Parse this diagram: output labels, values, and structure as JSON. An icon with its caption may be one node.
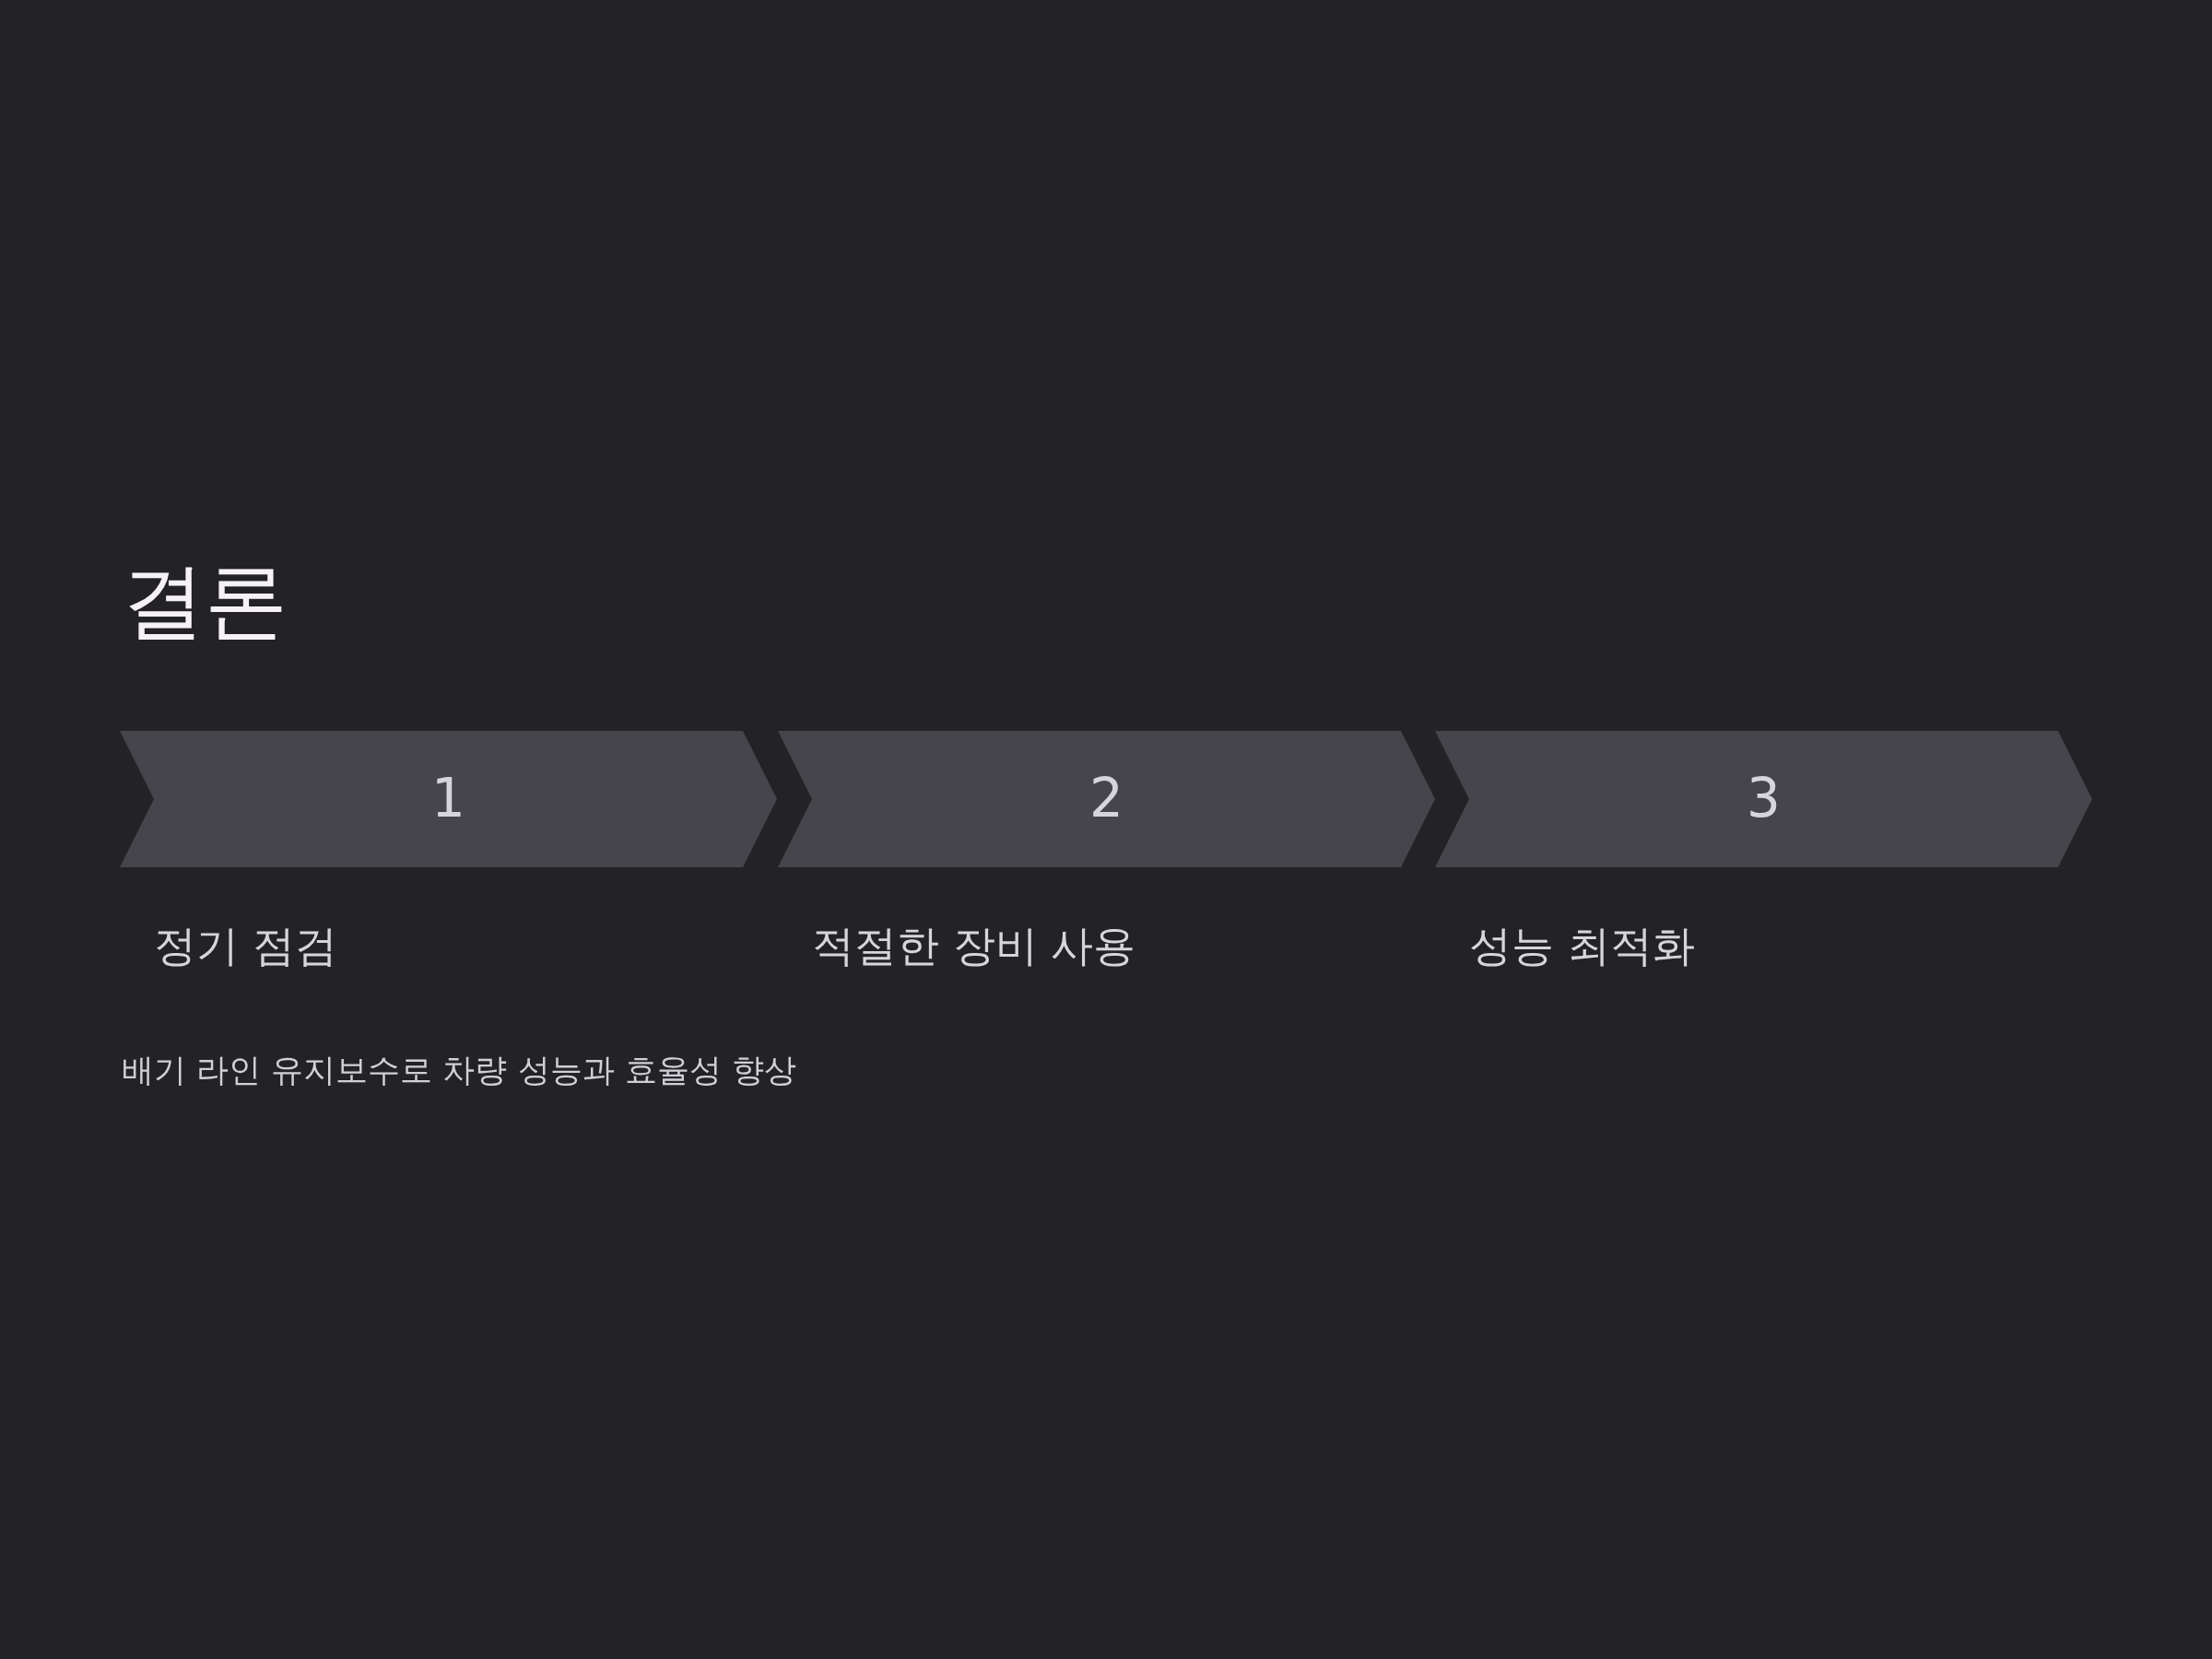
{
  "diagram": {
    "title": "결론",
    "nodes": [
      {
        "text": [
          "1"
        ],
        "beside": [
          "정기 점검"
        ]
      },
      {
        "text": [
          "2"
        ],
        "beside": [
          "적절한 장비 사용"
        ]
      },
      {
        "text": [
          "3"
        ],
        "beside": [
          "성능 최적화"
        ]
      }
    ],
    "edges": [],
    "labels": [
      "배기 라인 유지보수로 차량 성능과 효율성 향상"
    ]
  }
}
